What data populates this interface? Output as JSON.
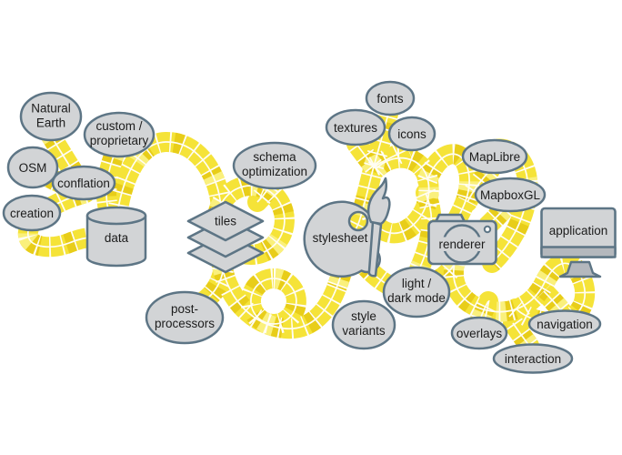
{
  "colors": {
    "background": "#ffffff",
    "node_fill": "#d2d4d6",
    "node_stroke": "#5d7585",
    "label_text": "#1c1c1c",
    "brick_base": "#f5e338",
    "brick_dark": "#e8cd19",
    "brick_light": "#faf07c",
    "mortar": "#fffdf4"
  },
  "icons": {
    "data": "database-cylinder-icon",
    "tiles": "layer-stack-icon",
    "stylesheet": "painter-palette-icon",
    "stylesheet_tool": "paintbrush-icon",
    "renderer": "camera-icon",
    "application": "desktop-monitor-icon",
    "road": "yellow-brick-road"
  },
  "hubs": {
    "data": {
      "label": "data"
    },
    "tiles": {
      "label": "tiles"
    },
    "stylesheet": {
      "label": "stylesheet"
    },
    "renderer": {
      "label": "renderer"
    },
    "application": {
      "label": "application"
    }
  },
  "satellites": {
    "natural_earth": {
      "lines": [
        "Natural",
        "Earth"
      ]
    },
    "custom_proprietary": {
      "lines": [
        "custom /",
        "proprietary"
      ]
    },
    "osm": {
      "label": "OSM"
    },
    "conflation": {
      "label": "conflation"
    },
    "creation": {
      "label": "creation"
    },
    "schema_optimization": {
      "lines": [
        "schema",
        "optimization"
      ]
    },
    "post_processors": {
      "lines": [
        "post-",
        "processors"
      ]
    },
    "fonts": {
      "label": "fonts"
    },
    "textures": {
      "label": "textures"
    },
    "icons": {
      "label": "icons"
    },
    "maplibre": {
      "label": "MapLibre"
    },
    "mapboxgl": {
      "label": "MapboxGL"
    },
    "light_dark_mode": {
      "lines": [
        "light /",
        "dark mode"
      ]
    },
    "style_variants": {
      "lines": [
        "style",
        "variants"
      ]
    },
    "overlays": {
      "label": "overlays"
    },
    "navigation": {
      "label": "navigation"
    },
    "interaction": {
      "label": "interaction"
    }
  }
}
